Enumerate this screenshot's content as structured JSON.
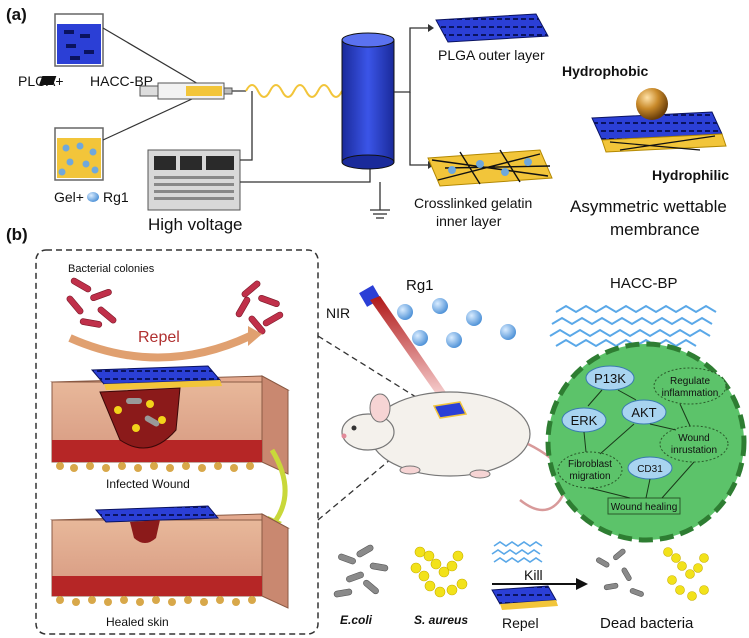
{
  "panel_a": {
    "label": "(a)",
    "plga_hacc_label_1": "PLGA+",
    "plga_hacc_label_2": "HACC-BP",
    "gel_rg1_label_1": "Gel+",
    "gel_rg1_label_2": "Rg1",
    "high_voltage": "High voltage",
    "plga_outer_layer": "PLGA outer layer",
    "crosslinked_gelatin_1": "Crosslinked gelatin",
    "crosslinked_gelatin_2": "inner layer",
    "hydrophobic": "Hydrophobic",
    "hydrophilic": "Hydrophilic",
    "asymmetric_1": "Asymmetric wettable",
    "asymmetric_2": "membrance"
  },
  "panel_b": {
    "label": "(b)",
    "bacterial_colonies": "Bacterial colonies",
    "repel_top": "Repel",
    "infected_wound": "Infected Wound",
    "healed_skin": "Healed skin",
    "nir": "NIR",
    "rg1": "Rg1",
    "hacc_bp": "HACC-BP",
    "pathway": {
      "p13k": "P13K",
      "regulate_1": "Regulate",
      "regulate_2": "inflammation",
      "erk": "ERK",
      "akt": "AKT",
      "wound_inrustation_1": "Wound",
      "wound_inrustation_2": "inrustation",
      "fibroblast_1": "Fibroblast",
      "fibroblast_2": "migration",
      "cd31": "CD31",
      "wound_healing": "Wound healing"
    },
    "ecoli": "E.coli",
    "saureus": "S. aureus",
    "kill": "Kill",
    "repel_bottom": "Repel",
    "dead_bacteria": "Dead bacteria"
  },
  "colors": {
    "plga_blue": "#2b3fd6",
    "gelatin_yellow": "#f2c53a",
    "rg1_blue": "#6fa8dc",
    "pathway_green": "#5cc36a",
    "wound_red": "#8b1a1a",
    "bacteria_red": "#c0304a"
  }
}
